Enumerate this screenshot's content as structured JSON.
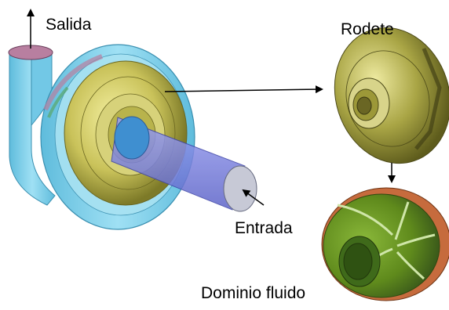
{
  "labels": {
    "outlet": "Salida",
    "impeller": "Rodete",
    "inlet": "Entrada",
    "fluid_domain": "Dominio fluido"
  },
  "colors": {
    "volute": "#7fd4ee",
    "impeller": "#c9c25a",
    "impeller_dark": "#7d7a28",
    "inlet_pipe": "#7f86e6",
    "outlet_face": "#b87fa0",
    "fluid_blades": "#5f8a1c",
    "fluid_rim": "#c66b3d",
    "arrow": "#000000"
  }
}
